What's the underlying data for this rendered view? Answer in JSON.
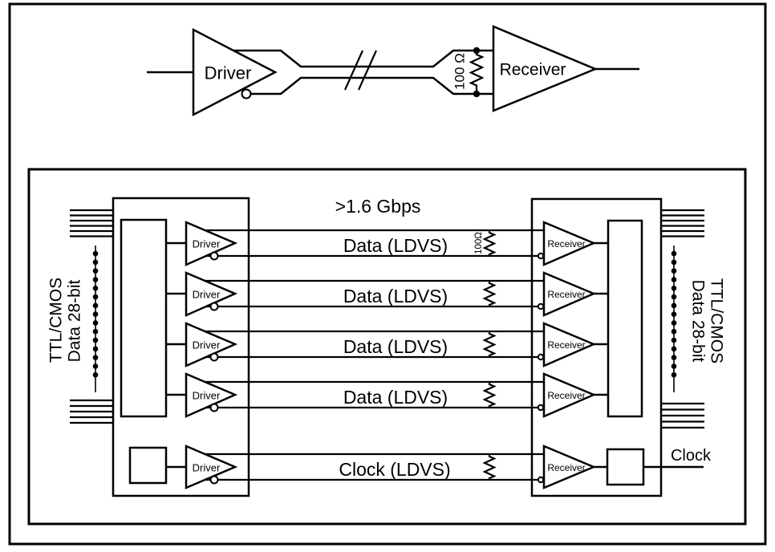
{
  "figure": {
    "top_diagram": {
      "driver_label": "Driver",
      "receiver_label": "Receiver",
      "termination_label": "100 Ω"
    },
    "bottom_diagram": {
      "speed_label": ">1.6 Gbps",
      "termination_label": "100Ω",
      "driver_label": "Driver",
      "receiver_label": "Receiver",
      "data_rows": [
        {
          "label": "Data (LDVS)"
        },
        {
          "label": "Data (LDVS)"
        },
        {
          "label": "Data (LDVS)"
        },
        {
          "label": "Data (LDVS)"
        }
      ],
      "clock_label": "Clock (LDVS)",
      "clock_output_label": "Clock",
      "left_bus": {
        "line1": "TTL/CMOS",
        "line2": "Data 28-bit"
      },
      "right_bus": {
        "line1": "TTL/CMOS",
        "line2": "Data 28-bit"
      }
    },
    "colors": {
      "ink": "#000000",
      "background": "#ffffff"
    }
  }
}
